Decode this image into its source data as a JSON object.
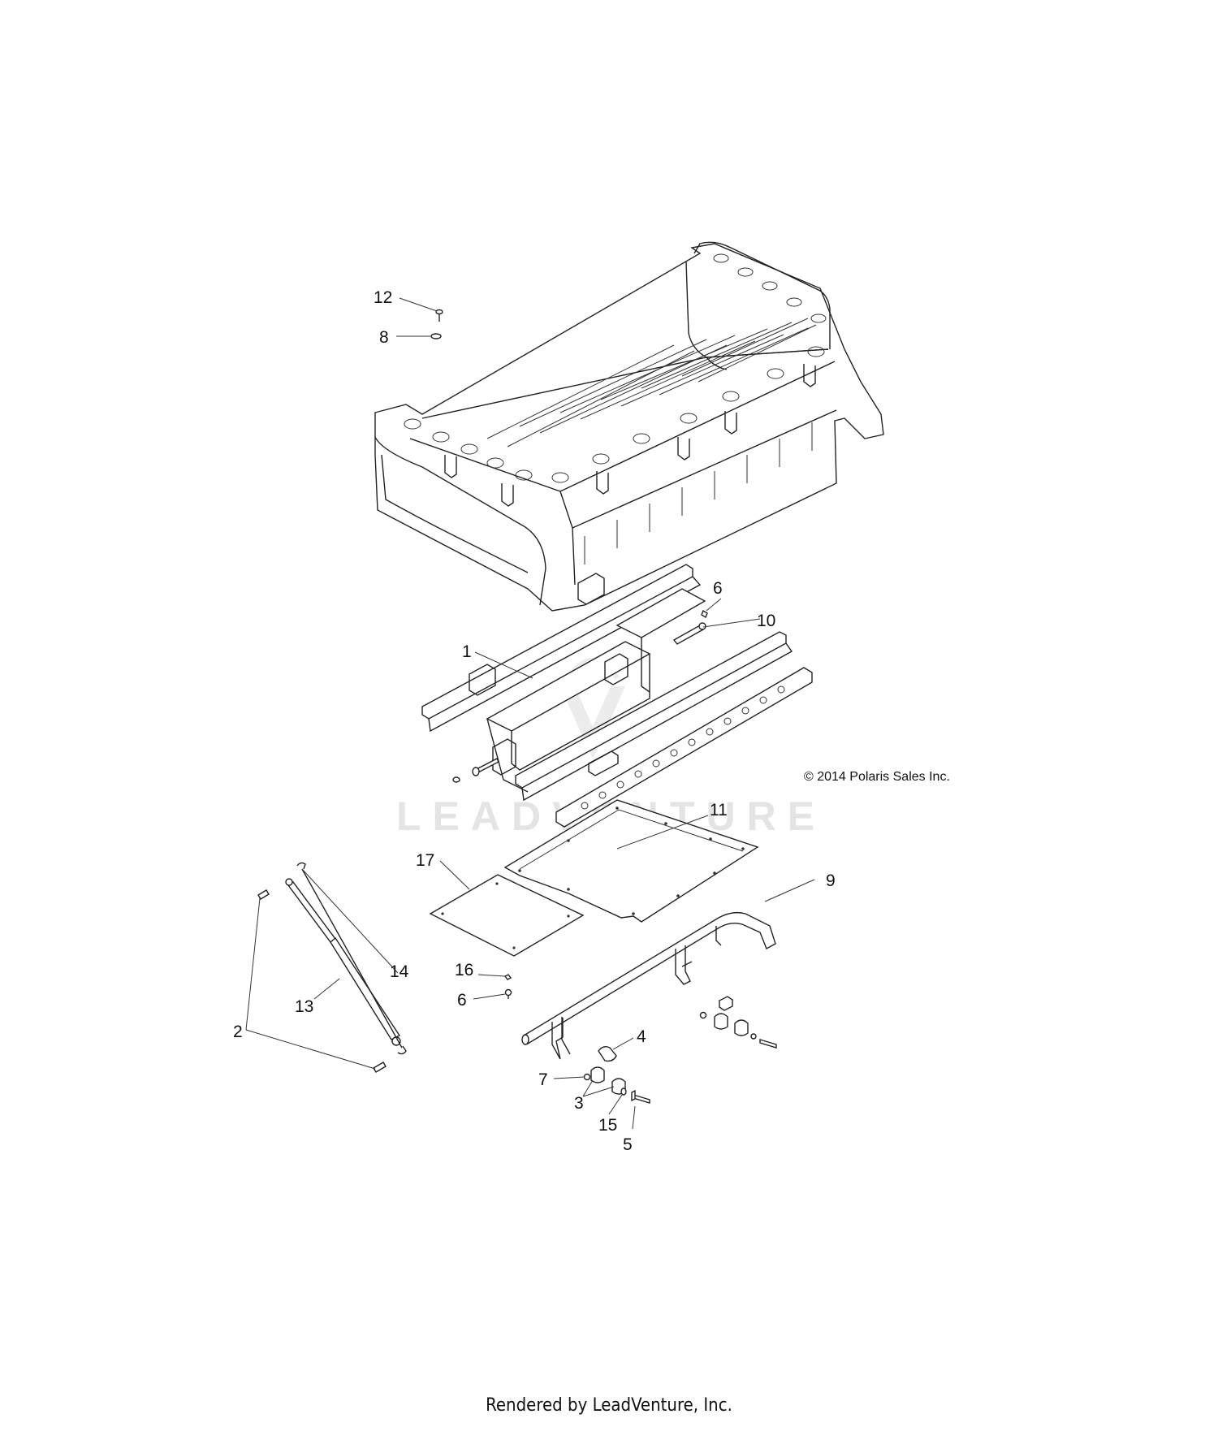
{
  "diagram": {
    "copyright": "© 2014 Polaris Sales Inc.",
    "watermark": "LEADVENTURE",
    "footer": "Rendered by LeadVenture, Inc.",
    "callouts": [
      {
        "id": "c12",
        "label": "12"
      },
      {
        "id": "c8",
        "label": "8"
      },
      {
        "id": "c6a",
        "label": "6"
      },
      {
        "id": "c10",
        "label": "10"
      },
      {
        "id": "c1",
        "label": "1"
      },
      {
        "id": "c11",
        "label": "11"
      },
      {
        "id": "c17",
        "label": "17"
      },
      {
        "id": "c9",
        "label": "9"
      },
      {
        "id": "c14",
        "label": "14"
      },
      {
        "id": "c16",
        "label": "16"
      },
      {
        "id": "c13",
        "label": "13"
      },
      {
        "id": "c6b",
        "label": "6"
      },
      {
        "id": "c2",
        "label": "2"
      },
      {
        "id": "c4",
        "label": "4"
      },
      {
        "id": "c7",
        "label": "7"
      },
      {
        "id": "c3",
        "label": "3"
      },
      {
        "id": "c15",
        "label": "15"
      },
      {
        "id": "c5",
        "label": "5"
      }
    ]
  }
}
